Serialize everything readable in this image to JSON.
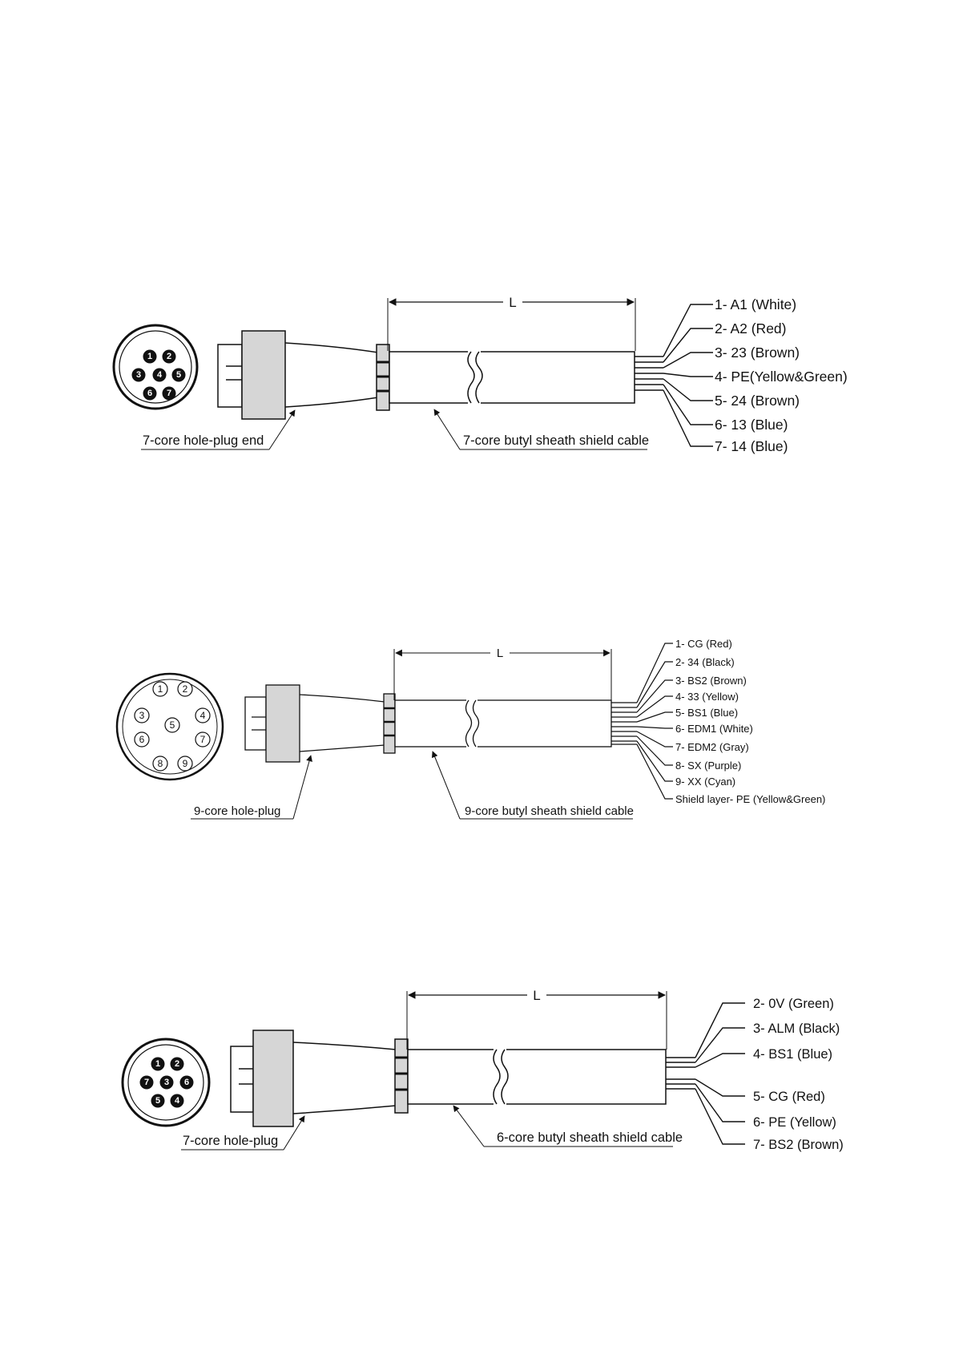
{
  "diagrams": [
    {
      "id": "seven-core-a",
      "plug_label": "7-core hole-plug end",
      "cable_label": "7-core butyl sheath shield cable",
      "length_label": "L",
      "pins": [
        "1",
        "2",
        "3",
        "4",
        "5",
        "6",
        "7"
      ],
      "wires": [
        "1- A1 (White)",
        "2- A2 (Red)",
        "3- 23 (Brown)",
        "4- PE(Yellow&Green)",
        "5- 24 (Brown)",
        "6- 13 (Blue)",
        "7- 14 (Blue)"
      ]
    },
    {
      "id": "nine-core",
      "plug_label": "9-core hole-plug",
      "cable_label": "9-core butyl sheath shield cable",
      "length_label": "L",
      "pins": [
        "1",
        "2",
        "3",
        "4",
        "5",
        "6",
        "7",
        "8",
        "9"
      ],
      "wires": [
        "1- CG (Red)",
        "2- 34 (Black)",
        "3- BS2 (Brown)",
        "4- 33 (Yellow)",
        "5- BS1 (Blue)",
        "6- EDM1 (White)",
        "7- EDM2 (Gray)",
        "8- SX (Purple)",
        "9- XX (Cyan)",
        "Shield layer- PE (Yellow&Green)"
      ]
    },
    {
      "id": "seven-core-b",
      "plug_label": "7-core hole-plug",
      "cable_label": "6-core butyl sheath shield cable",
      "length_label": "L",
      "pins": [
        "1",
        "2",
        "7",
        "3",
        "6",
        "5",
        "4"
      ],
      "wires": [
        "2- 0V (Green)",
        "3- ALM (Black)",
        "4- BS1 (Blue)",
        "5- CG (Red)",
        "6- PE (Yellow)",
        "7- BS2 (Brown)"
      ]
    }
  ]
}
